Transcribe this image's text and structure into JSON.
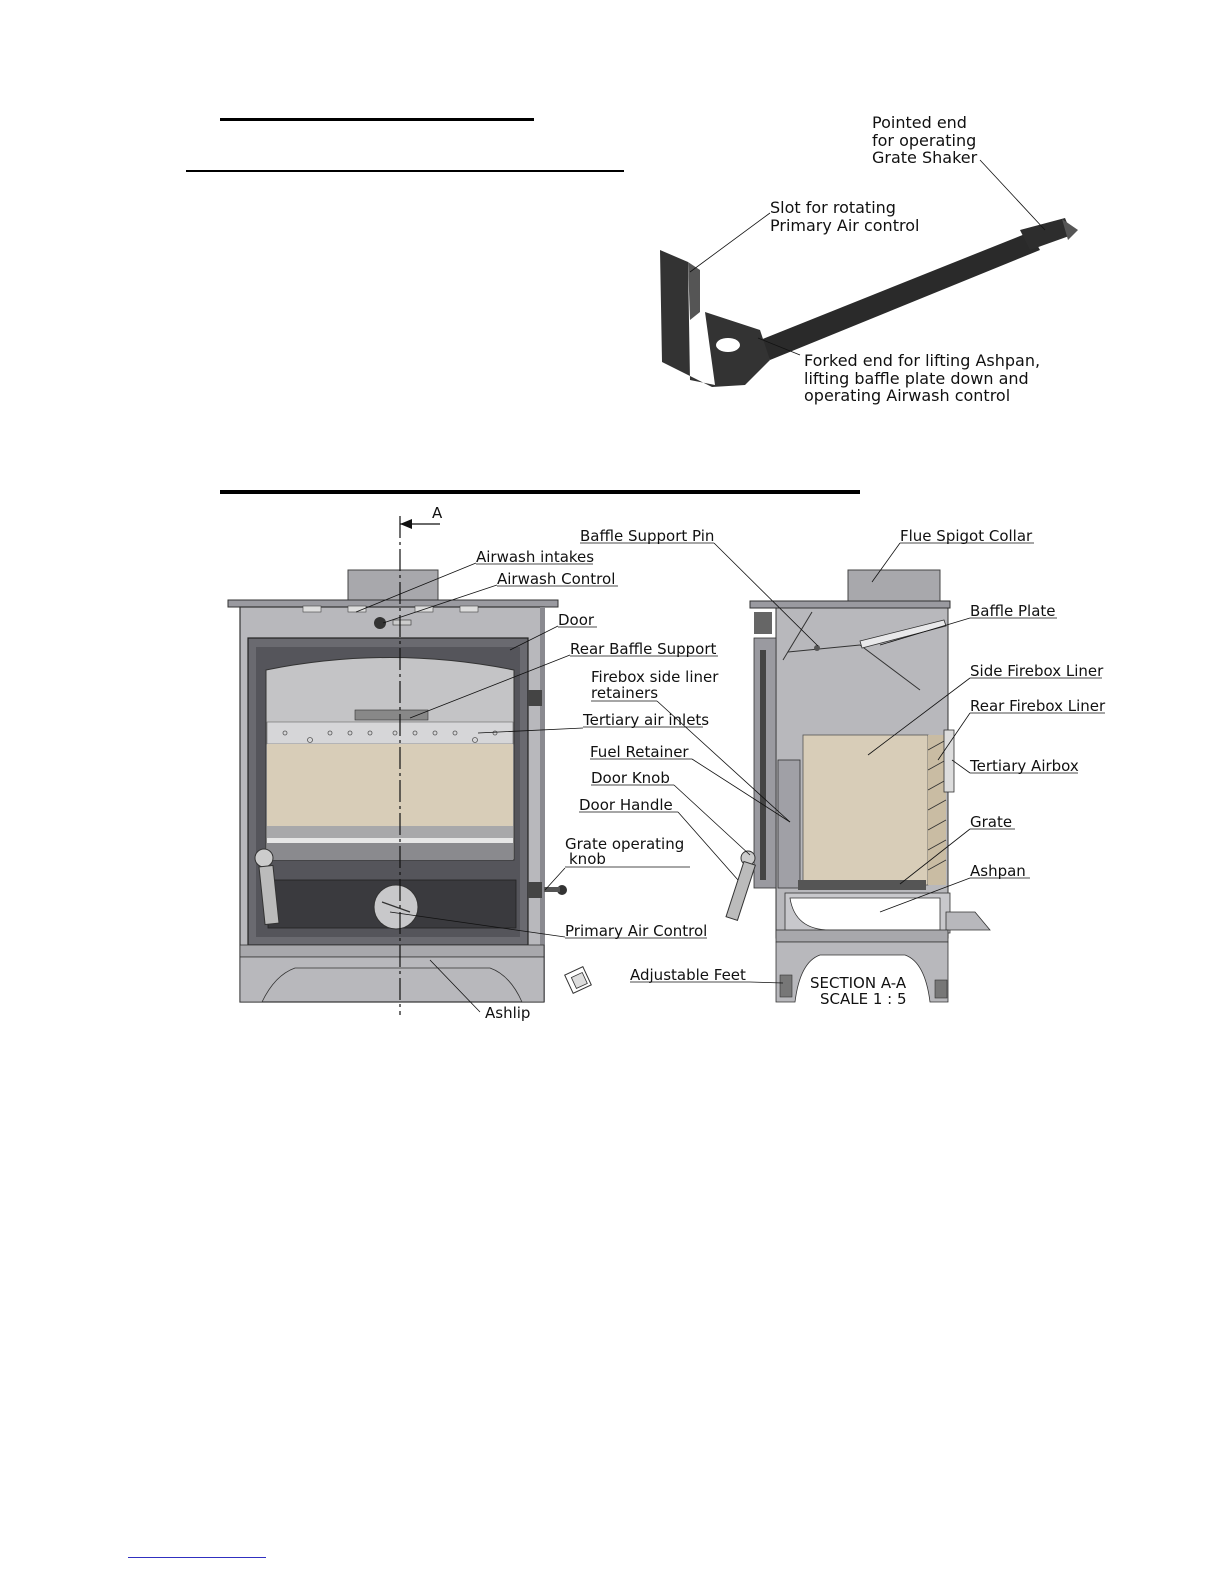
{
  "tool_callouts": {
    "pointed_end": [
      "Pointed end",
      "for operating",
      "Grate Shaker"
    ],
    "slot": [
      "Slot for rotating",
      "Primary Air control"
    ],
    "forked_end": [
      "Forked end for lifting Ashpan,",
      "lifting baffle plate down and",
      "operating Airwash control"
    ]
  },
  "front_view": {
    "section_marker": "A",
    "labels": {
      "airwash_intakes": "Airwash intakes",
      "airwash_control": "Airwash Control",
      "door": "Door",
      "rear_baffle_support": "Rear Baffle Support",
      "firebox_side_liner_retainers": [
        "Firebox side liner",
        "retainers"
      ],
      "tertiary_air_inlets": "Tertiary air inlets",
      "fuel_retainer": "Fuel Retainer",
      "door_knob": "Door Knob",
      "door_handle": "Door Handle",
      "grate_operating_knob": [
        "Grate operating",
        "knob"
      ],
      "primary_air_control": "Primary Air Control",
      "ashlip": "Ashlip",
      "adjustable_feet": "Adjustable Feet"
    }
  },
  "section_view": {
    "labels": {
      "baffle_support_pin": "Baffle Support Pin",
      "flue_spigot_collar": "Flue Spigot Collar",
      "baffle_plate": "Baffle Plate",
      "side_firebox_liner": "Side Firebox Liner",
      "rear_firebox_liner": "Rear Firebox Liner",
      "tertiary_airbox": "Tertiary Airbox",
      "grate": "Grate",
      "ashpan": "Ashpan"
    },
    "caption": [
      "SECTION A-A",
      "SCALE 1 : 5"
    ]
  },
  "colors": {
    "stove_body": "#b8b8bc",
    "stove_dark": "#4a4a50",
    "liner": "#d8cdb8",
    "glass": "#c4c4c6",
    "tool": "#2a2a2a"
  }
}
